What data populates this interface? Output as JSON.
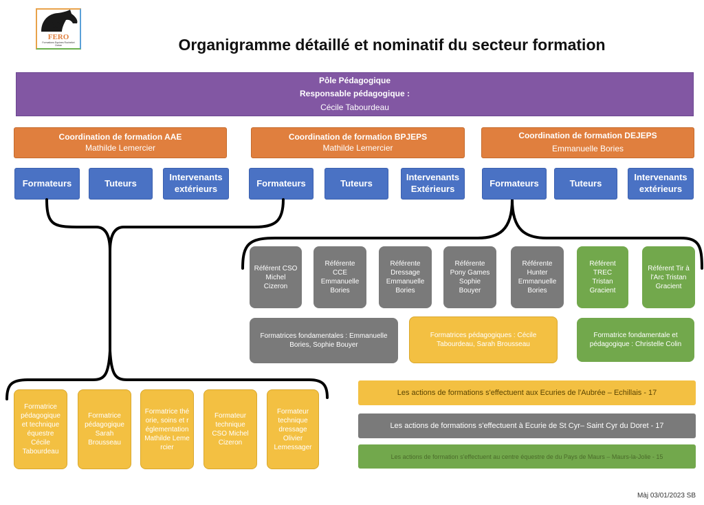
{
  "logo": {
    "text": "FERO",
    "subtitle": "Formations Equines Rochefort Océan"
  },
  "title": "Organigramme détaillé et nominatif du secteur formation",
  "pole": {
    "line1": "Pôle Pédagogique",
    "line2": "Responsable pédagogique :",
    "line3": "Cécile Tabourdeau"
  },
  "coordinations": [
    {
      "title": "Coordination de formation AAE",
      "name": "Mathilde Lemercier"
    },
    {
      "title": "Coordination de formation BPJEPS",
      "name": "Mathilde Lemercier"
    },
    {
      "title": "Coordination de formation DEJEPS",
      "name": "Emmanuelle Bories"
    }
  ],
  "teams": [
    {
      "formateurs": "Formateurs",
      "tuteurs": "Tuteurs",
      "intervenants": "Intervenants extérieurs"
    },
    {
      "formateurs": "Formateurs",
      "tuteurs": "Tuteurs",
      "intervenants": "Intervenants Extérieurs"
    },
    {
      "formateurs": "Formateurs",
      "tuteurs": "Tuteurs",
      "intervenants": "Intervenants extérieurs"
    }
  ],
  "referents": [
    "Référent CSO Michel Cizeron",
    "Référente CCE Emmanuelle Bories",
    "Référente Dressage Emmanuelle Bories",
    "Référente Pony Games Sophie Bouyer",
    "Référente Hunter Emmanuelle Bories",
    "Référent TREC Tristan Gracient",
    "Référent Tir à l'Arc Tristan Gracient"
  ],
  "formatrices": [
    "Formatrices fondamentales : Emmanuelle Bories, Sophie Bouyer",
    "Formatrices pédagogiques : Cécile Tabourdeau, Sarah Brousseau",
    "Formatrice fondamentale et pédagogique : Christelle Colin"
  ],
  "aae_formateurs": [
    "Formatrice pédagogique et technique équestre Cécile Tabourdeau",
    "Formatrice pédagogique Sarah Brousseau",
    "Formatrice théorie, soins et réglementation Mathilde Lemercier",
    "Formateur technique CSO Michel Cizeron",
    "Formateur technique dressage Olivier Lemessager"
  ],
  "locations": [
    "Les actions de formations s'effectuent aux Ecuries de l'Aubrée – Echillais - 17",
    "Les actions de formations s'effectuent à Ecurie de St Cyr– Saint Cyr du Doret - 17",
    "Les actions de formation s'effectuent au centre équestre de du Pays de Maurs – Maurs-la-Jolie - 15"
  ],
  "footer": "Màj 03/01/2023 SB",
  "colors": {
    "purple": "#8257a3",
    "orange": "#e07f3e",
    "blue": "#4a72c4",
    "grey": "#7a7a7a",
    "green": "#72a84c",
    "yellow": "#f3c042"
  }
}
